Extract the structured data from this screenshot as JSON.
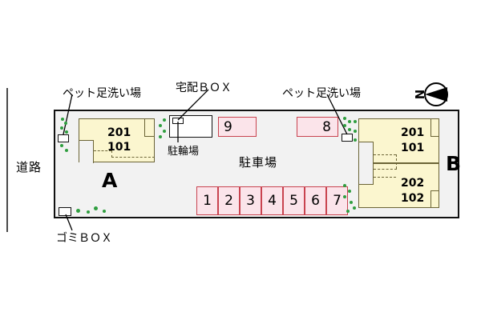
{
  "plan": {
    "road_label": "道路",
    "parking_label": "駐車場",
    "bike_parking_label": "駐輪場",
    "pet_wash_label_left": "ペット足洗い場",
    "pet_wash_label_right": "ペット足洗い場",
    "delivery_box_label": "宅配ＢＯＸ",
    "gomi_box_label": "ゴミＢＯＸ",
    "compass_letter": "N"
  },
  "buildings": [
    {
      "id": "A",
      "letter": "A",
      "units": [
        "201",
        "101"
      ]
    },
    {
      "id": "B",
      "letter": "B",
      "units_upper": [
        "201",
        "101"
      ],
      "units_lower": [
        "202",
        "102"
      ]
    }
  ],
  "parking": {
    "row_stalls": [
      "1",
      "2",
      "3",
      "4",
      "5",
      "6",
      "7"
    ],
    "stall_nine": "9",
    "stall_eight": "8"
  },
  "colors": {
    "building_fill": "#fbf6cf",
    "building_stroke": "#6b6436",
    "stall_fill": "#fbe4ea",
    "stall_stroke": "#c9434f",
    "site_fill": "#f2f2f2",
    "site_stroke": "#111111",
    "greenery": "#2f9e3f",
    "text": "#000000"
  }
}
